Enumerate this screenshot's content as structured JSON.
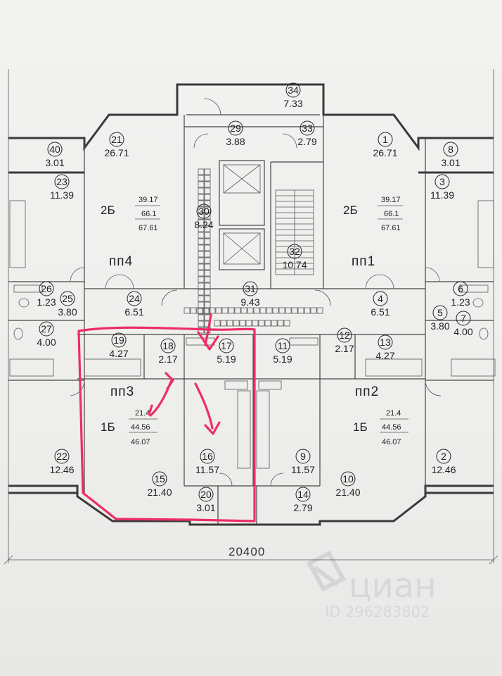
{
  "overall_dimension": "20400",
  "watermark": {
    "brand": "циан",
    "id_text": "ID 296283802"
  },
  "rooms": [
    {
      "key": "r34",
      "num": "34",
      "area": "7.33"
    },
    {
      "key": "r29",
      "num": "29",
      "area": "3.88"
    },
    {
      "key": "r33",
      "num": "33",
      "area": "2.79"
    },
    {
      "key": "r21",
      "num": "21",
      "area": "26.71"
    },
    {
      "key": "r1",
      "num": "1",
      "area": "26.71"
    },
    {
      "key": "r40",
      "num": "40",
      "area": "3.01"
    },
    {
      "key": "r8",
      "num": "8",
      "area": "3.01"
    },
    {
      "key": "r23",
      "num": "23",
      "area": "11.39"
    },
    {
      "key": "r3",
      "num": "3",
      "area": "11.39"
    },
    {
      "key": "r30",
      "num": "30",
      "area": "8.24"
    },
    {
      "key": "r32",
      "num": "32",
      "area": "10.74"
    },
    {
      "key": "r26",
      "num": "26",
      "area": "1.23"
    },
    {
      "key": "r25",
      "num": "25",
      "area": "3.80"
    },
    {
      "key": "r24",
      "num": "24",
      "area": "6.51"
    },
    {
      "key": "r31",
      "num": "31",
      "area": "9.43"
    },
    {
      "key": "r4",
      "num": "4",
      "area": "6.51"
    },
    {
      "key": "r6",
      "num": "6",
      "area": "1.23"
    },
    {
      "key": "r5",
      "num": "5",
      "area": "3.80"
    },
    {
      "key": "r27",
      "num": "27",
      "area": "4.00"
    },
    {
      "key": "r7",
      "num": "7",
      "area": "4.00"
    },
    {
      "key": "r19",
      "num": "19",
      "area": "4.27"
    },
    {
      "key": "r18",
      "num": "18",
      "area": "2.17"
    },
    {
      "key": "r17",
      "num": "17",
      "area": "5.19"
    },
    {
      "key": "r11",
      "num": "11",
      "area": "5.19"
    },
    {
      "key": "r12",
      "num": "12",
      "area": "2.17"
    },
    {
      "key": "r13",
      "num": "13",
      "area": "4.27"
    },
    {
      "key": "r22",
      "num": "22",
      "area": "12.46"
    },
    {
      "key": "r2",
      "num": "2",
      "area": "12.46"
    },
    {
      "key": "r16",
      "num": "16",
      "area": "11.57"
    },
    {
      "key": "r9",
      "num": "9",
      "area": "11.57"
    },
    {
      "key": "r15",
      "num": "15",
      "area": "21.40"
    },
    {
      "key": "r10",
      "num": "10",
      "area": "21.40"
    },
    {
      "key": "r20",
      "num": "20",
      "area": "3.01"
    },
    {
      "key": "r14",
      "num": "14",
      "area": "2.79"
    }
  ],
  "apartments": [
    {
      "key": "pp4",
      "type": "2Б",
      "living": "39.17",
      "total": "66.1",
      "total_with_balcony": "67.61",
      "label": "пп4"
    },
    {
      "key": "pp1",
      "type": "2Б",
      "living": "39.17",
      "total": "66.1",
      "total_with_balcony": "67.61",
      "label": "пп1"
    },
    {
      "key": "pp3",
      "type": "1Б",
      "living": "21.4",
      "total": "44.56",
      "total_with_balcony": "46.07",
      "label": "пп3"
    },
    {
      "key": "pp2",
      "type": "1Б",
      "living": "21.4",
      "total": "44.56",
      "total_with_balcony": "46.07",
      "label": "пп2"
    }
  ]
}
